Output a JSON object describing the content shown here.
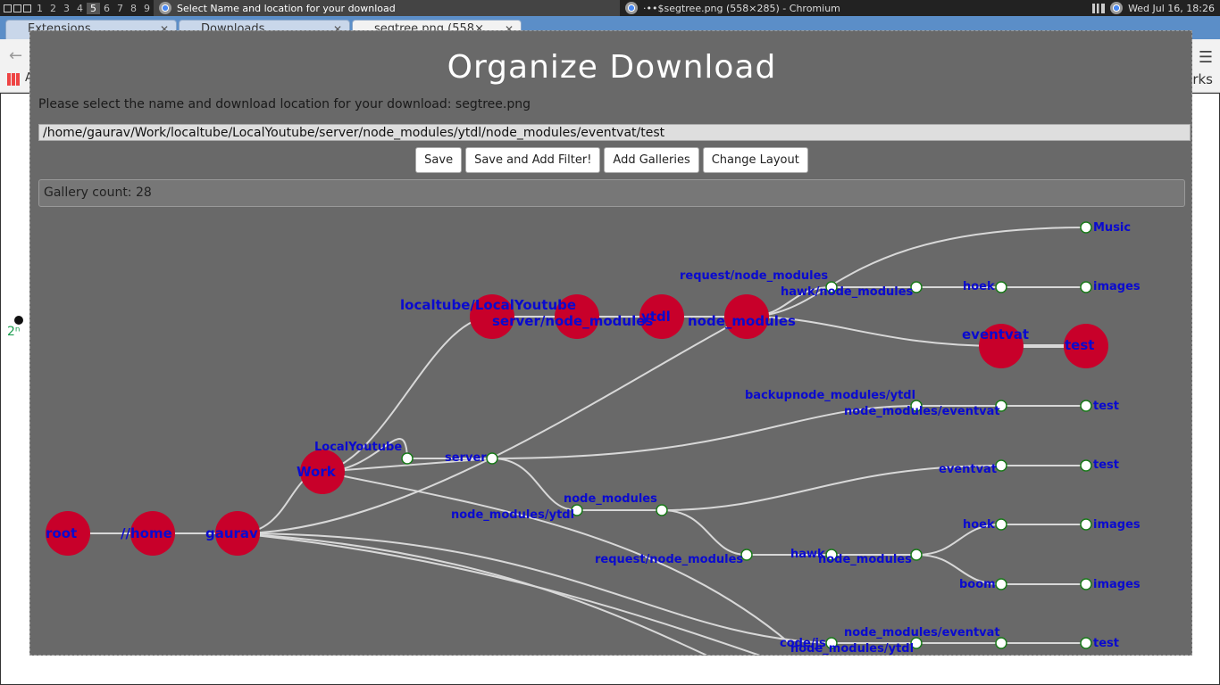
{
  "os_panel": {
    "workspaces": [
      "1",
      "2",
      "3",
      "4",
      "5",
      "6",
      "7",
      "8",
      "9"
    ],
    "active_workspace": "5",
    "task_active": "Select Name and location for your download",
    "task_other": "·••$segtree.png (558×285) - Chromium",
    "datetime": "Wed Jul 16, 18:26"
  },
  "browser": {
    "tabs": [
      {
        "label": "Extensions"
      },
      {
        "label": "Downloads"
      },
      {
        "label": "segtree.png (558×"
      }
    ],
    "bookmarks_partial": "rks",
    "apps_partial": "A",
    "page_partial": "2ⁿ"
  },
  "modal": {
    "title": "Organize Download",
    "prompt": "Please select the name and download location for your download: segtree.png",
    "path_value": "/home/gaurav/Work/localtube/LocalYoutube/server/node_modules/ytdl/node_modules/eventvat/test",
    "buttons": {
      "save": "Save",
      "save_filter": "Save and Add Filter!",
      "add_galleries": "Add Galleries",
      "change_layout": "Change Layout"
    },
    "gallery_count": "Gallery count: 28"
  },
  "tree": {
    "big_nodes": [
      {
        "label": "root"
      },
      {
        "label": "//home"
      },
      {
        "label": "gaurav"
      },
      {
        "label": "Work"
      },
      {
        "label": "localtube/LocalYoutube"
      },
      {
        "label": "server/node_modules"
      },
      {
        "label": "ytdl"
      },
      {
        "label": "node_modules"
      },
      {
        "label": "eventvat"
      },
      {
        "label": "test"
      }
    ],
    "small_labels": [
      "Music",
      "request/node_modules",
      "hawk/node_modules",
      "hoek",
      "images",
      "backupnode_modules/ytdl",
      "node_modules/eventvat",
      "test",
      "LocalYoutube",
      "server",
      "eventvat",
      "test",
      "node_modules",
      "node_modules/ytdl",
      "hoek",
      "images",
      "request/node_modules",
      "hawk",
      "node_modules",
      "boom",
      "images",
      "node_modules/eventvat",
      "code/js",
      "node_modules/ytdl",
      "test"
    ]
  },
  "colors": {
    "modal_bg": "#696969",
    "node_red": "#c8002a",
    "label_blue": "#0a0acf",
    "small_node_stroke": "#1a7a1a"
  }
}
